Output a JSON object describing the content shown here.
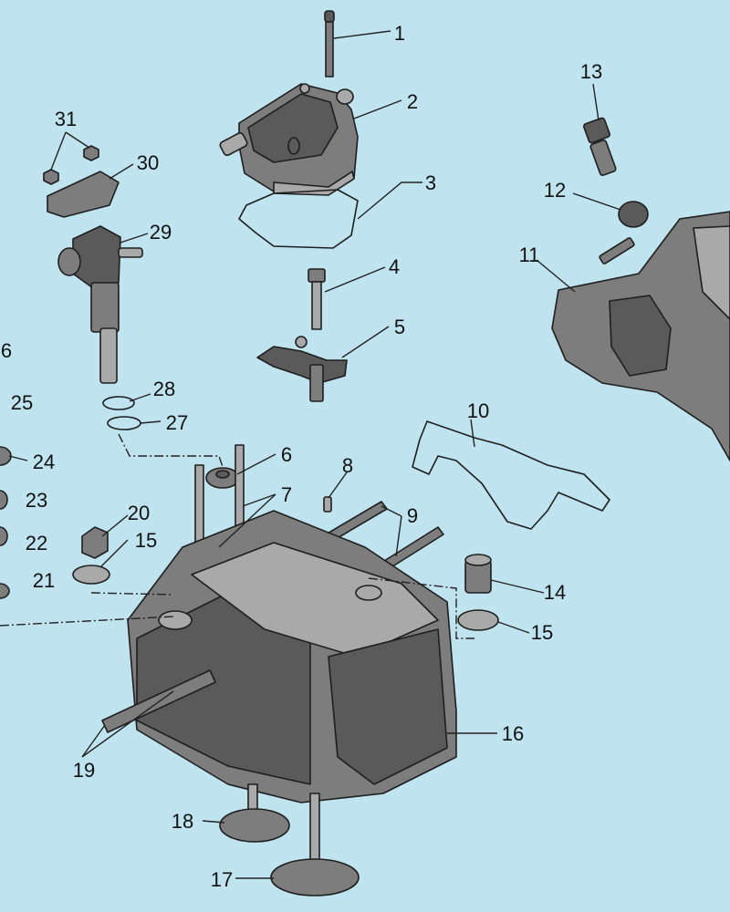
{
  "callouts": [
    {
      "id": "c1",
      "label": "1"
    },
    {
      "id": "c2",
      "label": "2"
    },
    {
      "id": "c3",
      "label": "3"
    },
    {
      "id": "c4",
      "label": "4"
    },
    {
      "id": "c5",
      "label": "5"
    },
    {
      "id": "c6",
      "label": "6"
    },
    {
      "id": "c6b",
      "label": "6"
    },
    {
      "id": "c7",
      "label": "7"
    },
    {
      "id": "c8",
      "label": "8"
    },
    {
      "id": "c9",
      "label": "9"
    },
    {
      "id": "c10",
      "label": "10"
    },
    {
      "id": "c11",
      "label": "11"
    },
    {
      "id": "c12",
      "label": "12"
    },
    {
      "id": "c13",
      "label": "13"
    },
    {
      "id": "c14",
      "label": "14"
    },
    {
      "id": "c15a",
      "label": "15"
    },
    {
      "id": "c15b",
      "label": "15"
    },
    {
      "id": "c16",
      "label": "16"
    },
    {
      "id": "c17",
      "label": "17"
    },
    {
      "id": "c18",
      "label": "18"
    },
    {
      "id": "c19",
      "label": "19"
    },
    {
      "id": "c20",
      "label": "20"
    },
    {
      "id": "c21",
      "label": "21"
    },
    {
      "id": "c22",
      "label": "22"
    },
    {
      "id": "c23",
      "label": "23"
    },
    {
      "id": "c24",
      "label": "24"
    },
    {
      "id": "c25",
      "label": "25"
    },
    {
      "id": "c27",
      "label": "27"
    },
    {
      "id": "c28",
      "label": "28"
    },
    {
      "id": "c29",
      "label": "29"
    },
    {
      "id": "c30",
      "label": "30"
    },
    {
      "id": "c31",
      "label": "31"
    }
  ],
  "colors": {
    "background": "#c0e4ef",
    "part_dark": "#5a5a5a",
    "part_mid": "#7d7d7d",
    "part_light": "#a9a9a9",
    "line": "#1e1e1e"
  }
}
